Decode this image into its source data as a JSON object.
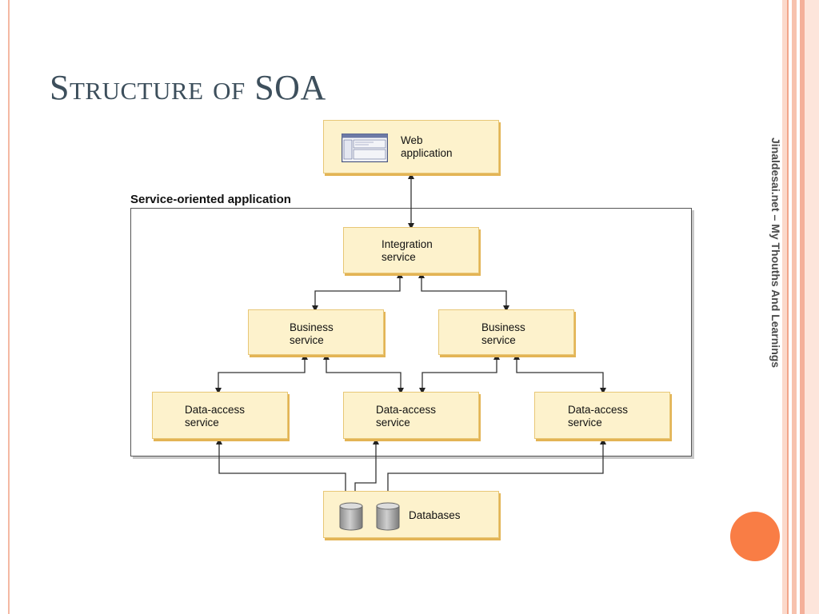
{
  "slide": {
    "title": "Structure of SOA",
    "side_text": "Jinaldesai.net – My Thouths And Learnings"
  },
  "diagram": {
    "container_label": "Service-oriented application",
    "nodes": {
      "web_app": "Web\napplication",
      "integration": "Integration\nservice",
      "business_left": "Business\nservice",
      "business_right": "Business\nservice",
      "data_access_1": "Data-access\nservice",
      "data_access_2": "Data-access\nservice",
      "data_access_3": "Data-access\nservice",
      "databases": "Databases"
    }
  },
  "colors": {
    "node_fill": "#fdf2cc",
    "node_shadow": "#e3b455",
    "accent_orange": "#f97d45",
    "title": "#3d4f5c"
  }
}
